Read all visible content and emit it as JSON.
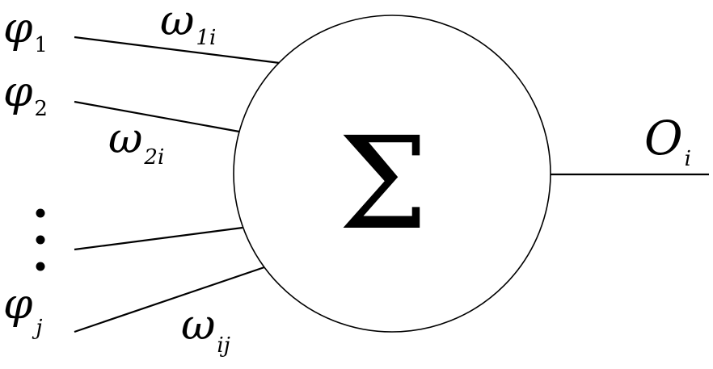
{
  "inputs": [
    {
      "symbol": "φ",
      "subscript": "1"
    },
    {
      "symbol": "φ",
      "subscript": "2"
    },
    {
      "symbol": "φ",
      "subscript": "j"
    }
  ],
  "weights": [
    {
      "symbol": "ω",
      "subscript": "1i"
    },
    {
      "symbol": "ω",
      "subscript": "2i"
    },
    {
      "symbol": "ω",
      "subscript": "ij"
    }
  ],
  "node": {
    "operator": "Σ"
  },
  "output": {
    "symbol": "O",
    "subscript": "i"
  },
  "ellipsis": "vertical-dots"
}
